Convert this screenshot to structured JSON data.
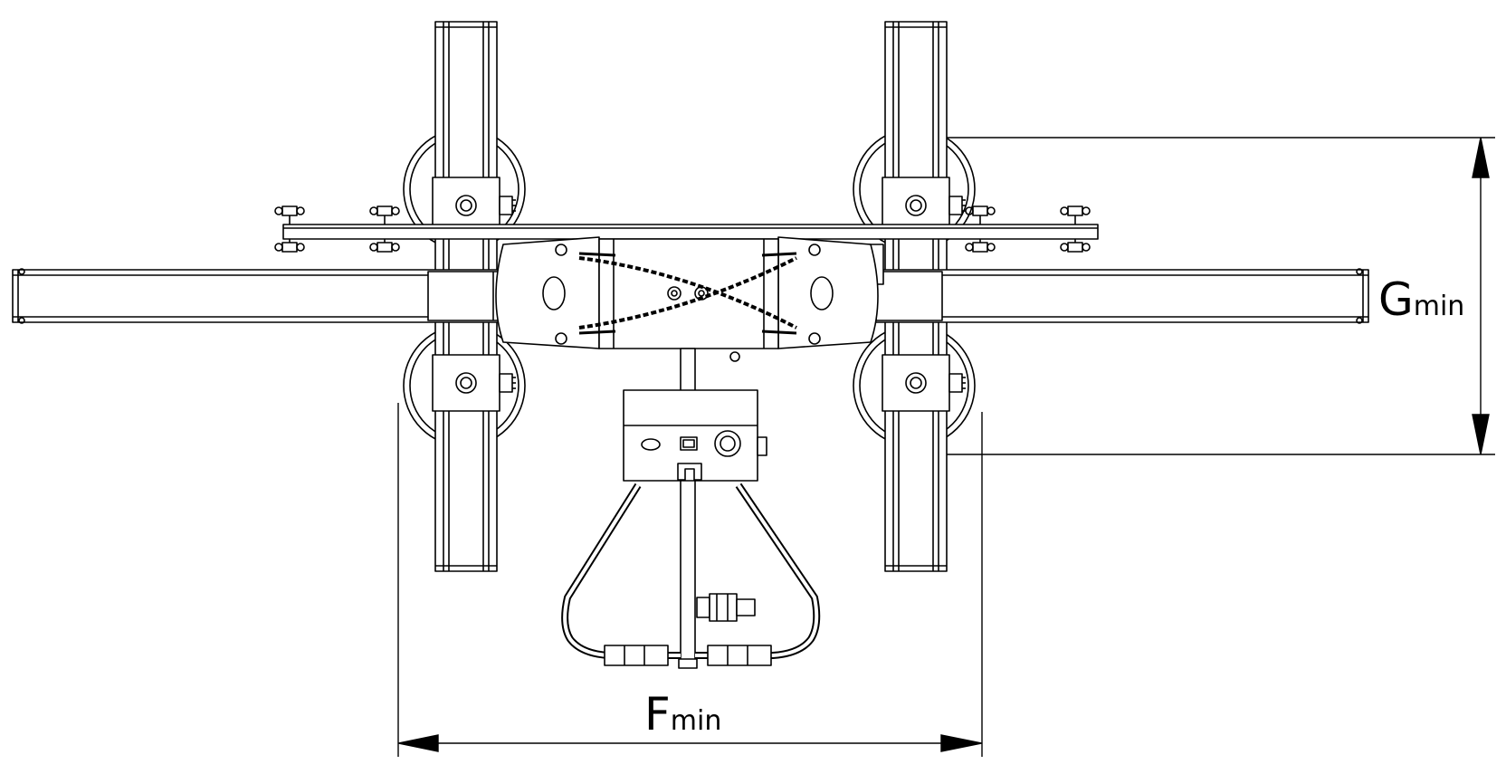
{
  "dimensions": {
    "f": {
      "letter": "F",
      "subscript": "min"
    },
    "g": {
      "letter": "G",
      "subscript": "min"
    }
  },
  "colors": {
    "line": "#000000",
    "background": "#ffffff"
  }
}
